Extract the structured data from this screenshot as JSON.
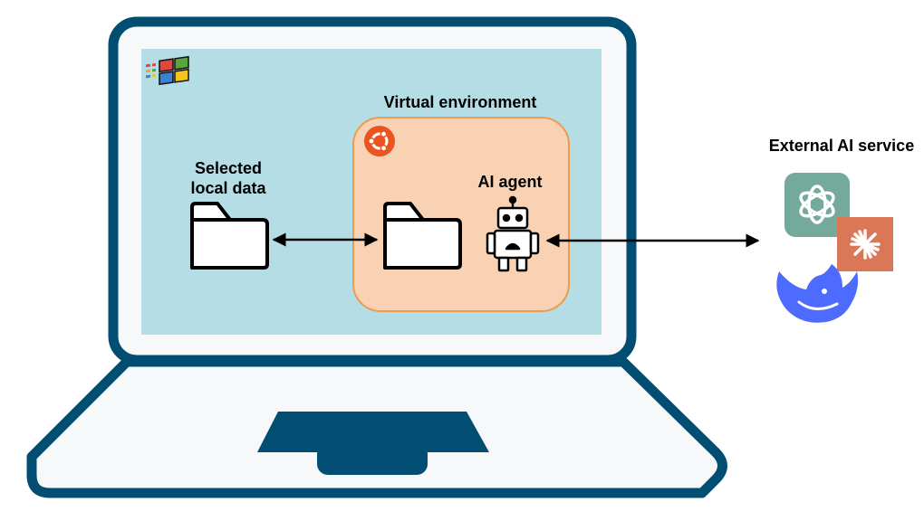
{
  "labels": {
    "virtual_environment": "Virtual environment",
    "selected_local_data_line1": "Selected",
    "selected_local_data_line2": "local data",
    "ai_agent": "AI agent",
    "external_ai_service": "External AI service"
  },
  "icons": {
    "os_logo": "windows-logo-icon",
    "vm_os_logo": "ubuntu-logo-icon",
    "local_folder": "folder-icon",
    "vm_folder": "folder-icon",
    "agent": "robot-icon",
    "services": [
      "openai-logo-icon",
      "claude-logo-icon",
      "deepseek-logo-icon"
    ]
  },
  "colors": {
    "laptop_frame": "#024e73",
    "laptop_fill": "#f7f8f9",
    "screen": "#b5dde6",
    "virtual_environment_fill": "#f9d2b3",
    "virtual_environment_border": "#ee9a50",
    "ubuntu": "#e95420",
    "openai": "#74aa9c",
    "claude": "#d97757",
    "deepseek": "#4d6bfe"
  }
}
